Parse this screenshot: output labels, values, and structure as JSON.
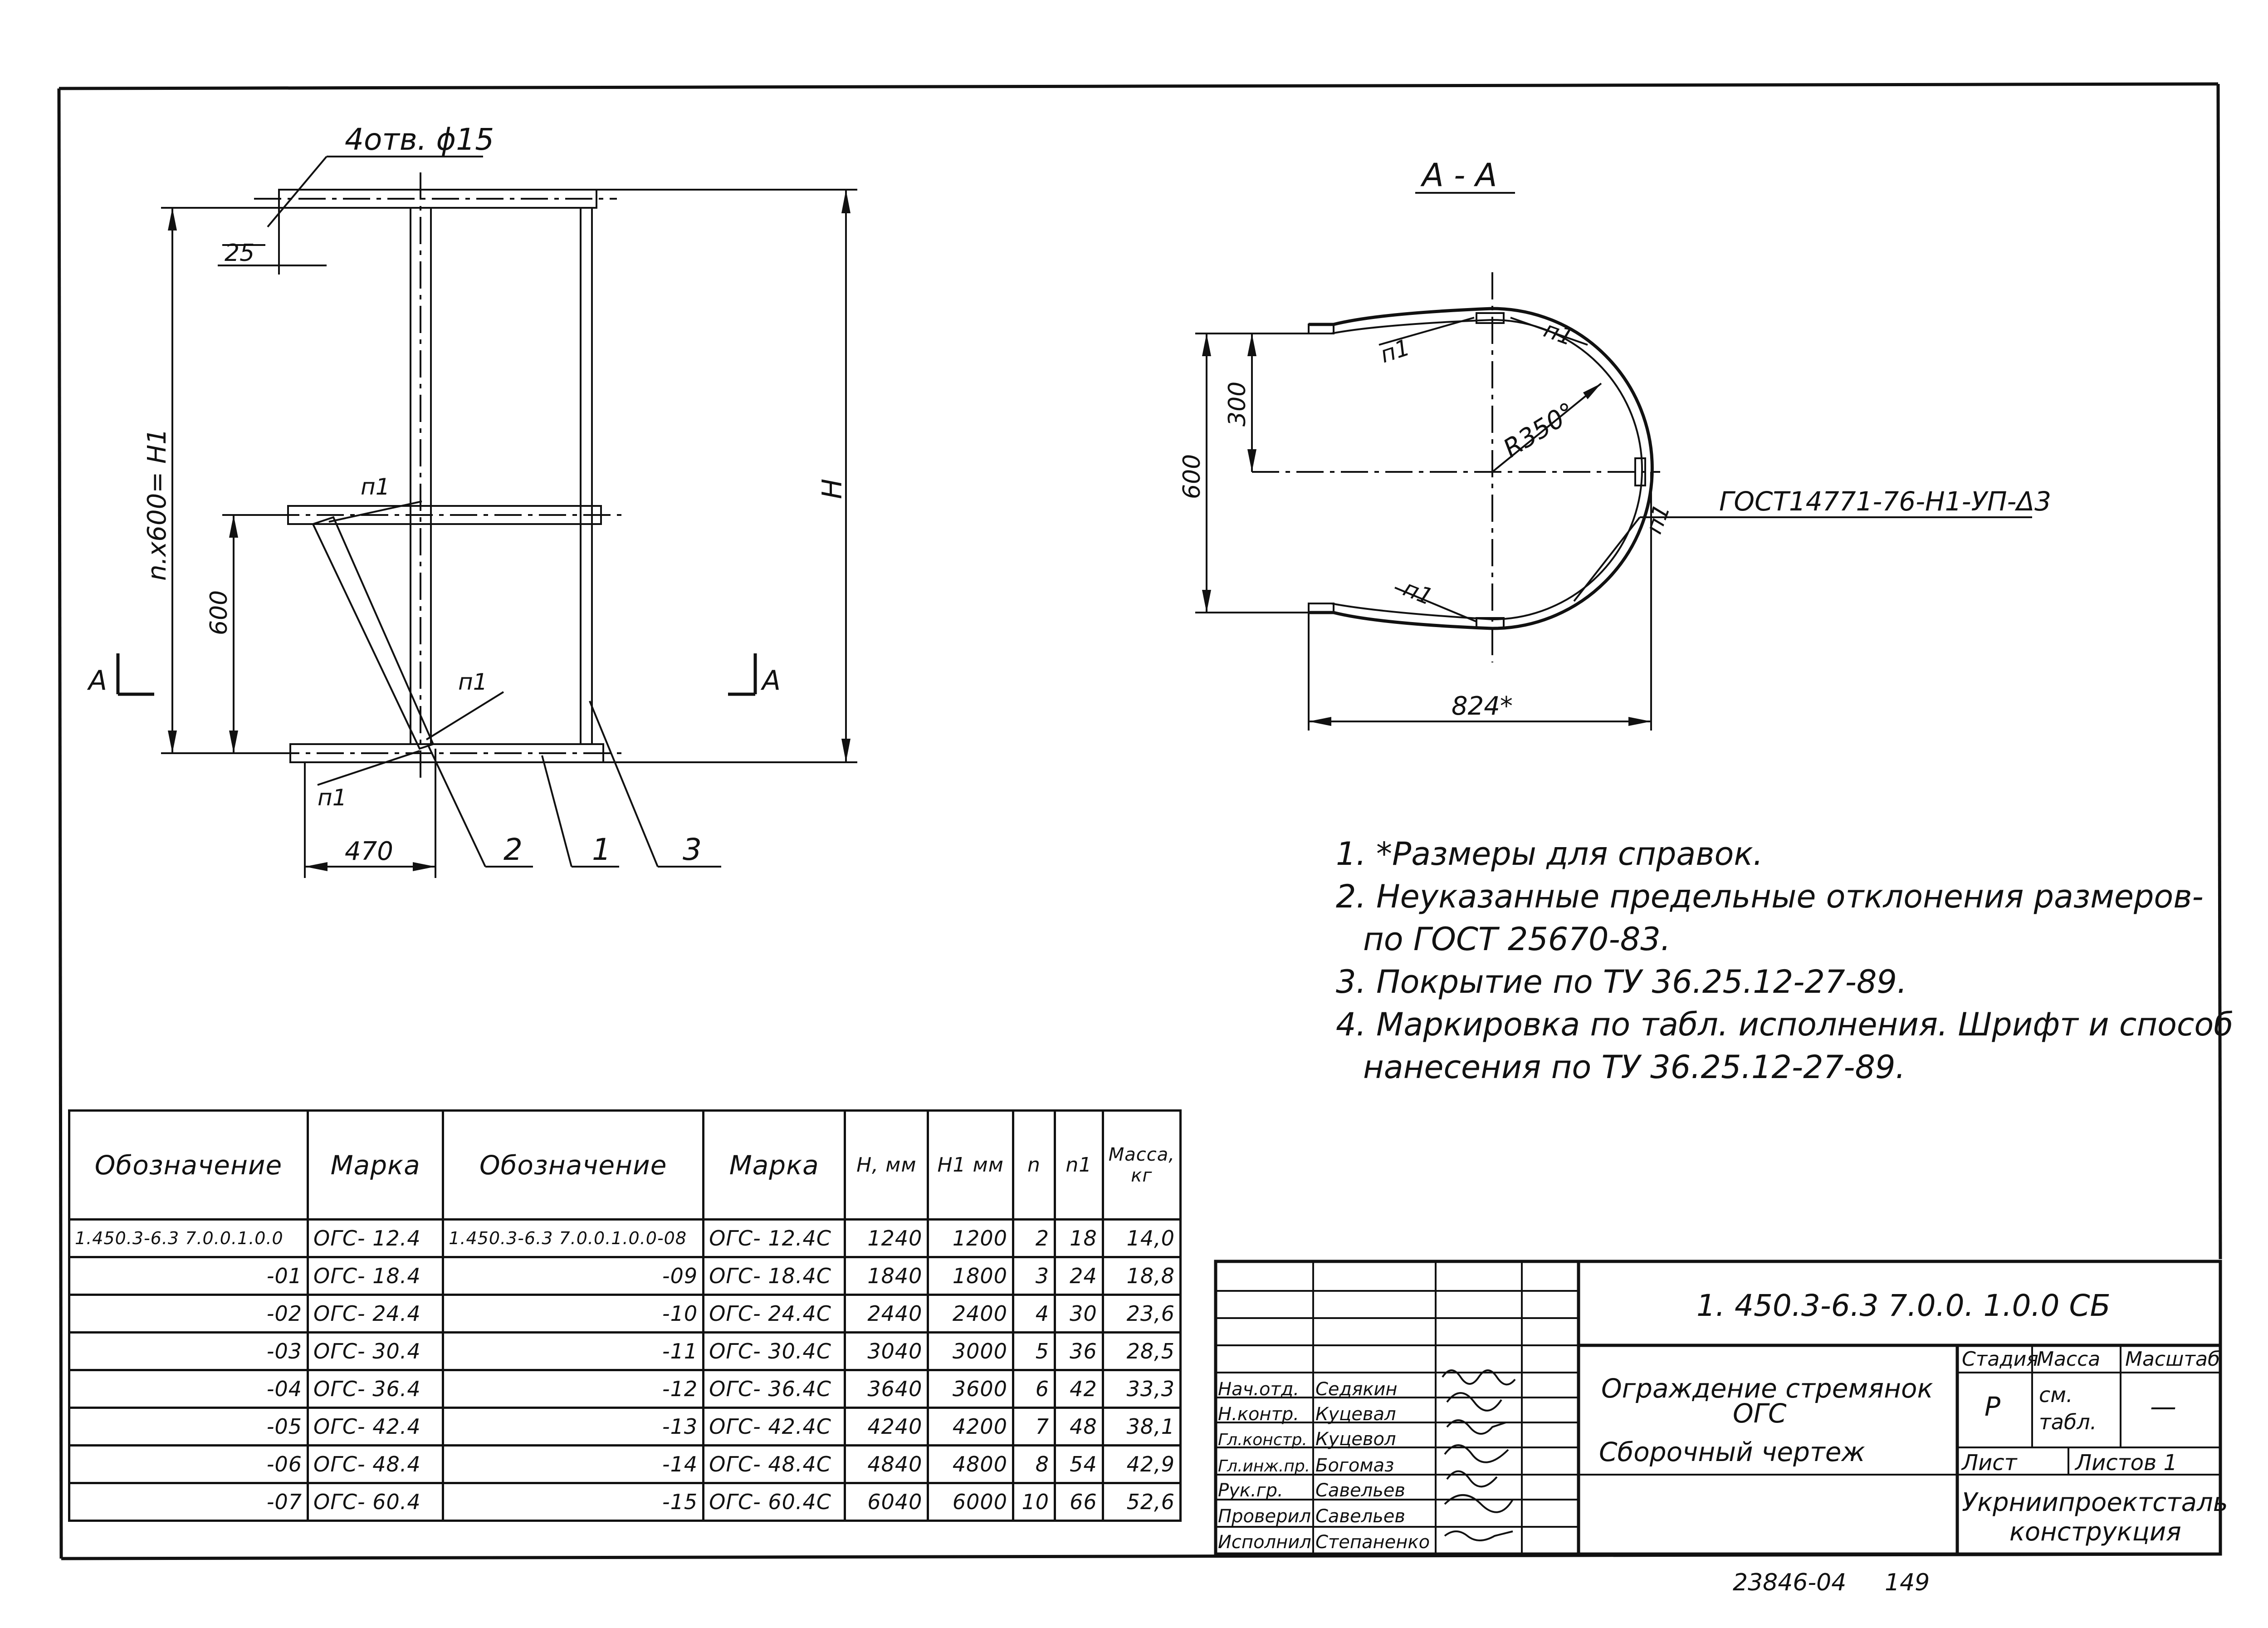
{
  "drawing": {
    "view_label": "А - А",
    "holes_callout": "4отв. ϕ15",
    "dim_25": "25",
    "dim_pitch": "n.x600= H1",
    "dim_600_left": "600",
    "dim_H": "H",
    "dim_470": "470",
    "dim_300": "300",
    "dim_600_section": "600",
    "dim_radius": "R350°",
    "dim_824": "824*",
    "weld_mark": "п1",
    "section_marker": "А",
    "weld_standard": "ГОСТ14771-76-Н1-УП-Δ3",
    "part_1": "1",
    "part_2": "2",
    "part_3": "3"
  },
  "notes": [
    "1. *Размеры для  справок.",
    "2. Неуказанные  предельные  отклонения размеров-",
    "   по   ГОСТ 25670-83.",
    "3. Покрытие   по  ТУ 36.25.12-27-89.",
    "4. Маркировка  по табл. исполнения. Шрифт и способ",
    "   нанесения  по  ТУ 36.25.12-27-89."
  ],
  "spec_table": {
    "headers": [
      "Обозначение",
      "Марка",
      "Обозначение",
      "Марка",
      "H, мм",
      "H1 мм",
      "n",
      "n1",
      "Масса, кг"
    ],
    "rows": [
      [
        "1.450.3-6.3  7.0.0.1.0.0",
        "ОГС- 12.4",
        "1.450.3-6.3 7.0.0.1.0.0-08",
        "ОГС- 12.4С",
        "1240",
        "1200",
        "2",
        "18",
        "14,0"
      ],
      [
        "-01",
        "ОГС- 18.4",
        "-09",
        "ОГС- 18.4С",
        "1840",
        "1800",
        "3",
        "24",
        "18,8"
      ],
      [
        "-02",
        "ОГС- 24.4",
        "-10",
        "ОГС- 24.4С",
        "2440",
        "2400",
        "4",
        "30",
        "23,6"
      ],
      [
        "-03",
        "ОГС- 30.4",
        "-11",
        "ОГС- 30.4С",
        "3040",
        "3000",
        "5",
        "36",
        "28,5"
      ],
      [
        "-04",
        "ОГС- 36.4",
        "-12",
        "ОГС- 36.4С",
        "3640",
        "3600",
        "6",
        "42",
        "33,3"
      ],
      [
        "-05",
        "ОГС- 42.4",
        "-13",
        "ОГС- 42.4С",
        "4240",
        "4200",
        "7",
        "48",
        "38,1"
      ],
      [
        "-06",
        "ОГС- 48.4",
        "-14",
        "ОГС- 48.4С",
        "4840",
        "4800",
        "8",
        "54",
        "42,9"
      ],
      [
        "-07",
        "ОГС- 60.4",
        "-15",
        "ОГС- 60.4С",
        "6040",
        "6000",
        "10",
        "66",
        "52,6"
      ]
    ]
  },
  "title_block": {
    "document_code": "1. 450.3-6.3  7.0.0. 1.0.0  СБ",
    "title_line1": "Ограждение стремянок",
    "title_line2": "ОГС",
    "title_line3": "Сборочный чертеж",
    "stage_label": "Стадия",
    "mass_label": "Масса",
    "scale_label": "Масштаб",
    "stage_value": "Р",
    "mass_value_1": "см.",
    "mass_value_2": "табл.",
    "scale_value": "—",
    "sheet_label": "Лист",
    "sheets_label": "Листов 1",
    "org_line1": "Укрниипроектсталь",
    "org_line2": "конструкция",
    "roles": [
      {
        "role": "Нач.отд.",
        "name": "Седякин"
      },
      {
        "role": "Н.контр.",
        "name": "Куцевал"
      },
      {
        "role": "Гл.констр.",
        "name": "Куцевол"
      },
      {
        "role": "Гл.инж.пр.",
        "name": "Богомаз"
      },
      {
        "role": "Рук.гр.",
        "name": "Савельев"
      },
      {
        "role": "Проверил",
        "name": "Савельев"
      },
      {
        "role": "Исполнил",
        "name": "Степаненко"
      }
    ]
  },
  "footer": {
    "archive_number": "23846-04",
    "page_number": "149"
  }
}
